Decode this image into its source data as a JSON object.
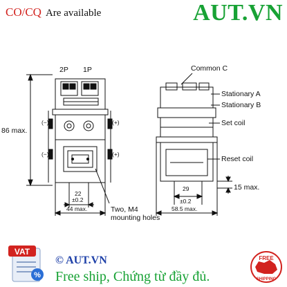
{
  "header": {
    "co_cq": "CO/CQ",
    "available": "Are available",
    "brand": "AUT.VN"
  },
  "drawing": {
    "left_view": {
      "pole_2p": "2P",
      "pole_1p": "1P",
      "height": "86 max.",
      "pitch": "22",
      "pitch_tol": "±0.2",
      "width": "44 max.",
      "sym1": "(−)",
      "sym2": "(+)",
      "sym3": "(−)",
      "sym4": "(+)",
      "mount_line1": "Two, M4",
      "mount_line2": "mounting holes"
    },
    "right_view": {
      "common_c": "Common C",
      "stationary_a": "Stationary A",
      "stationary_b": "Stationary B",
      "set_coil": "Set coil",
      "reset_coil": "Reset coil",
      "pitch": "29",
      "pitch_tol": "±0.2",
      "width": "58.5 max.",
      "depth": "15 max."
    }
  },
  "footer": {
    "vat": "VAT",
    "site": "© AUT.VN",
    "shipping": "Free ship, Chứng từ đầy đủ.",
    "badge_top": "FREE",
    "badge_bottom": "SHIPPING"
  }
}
